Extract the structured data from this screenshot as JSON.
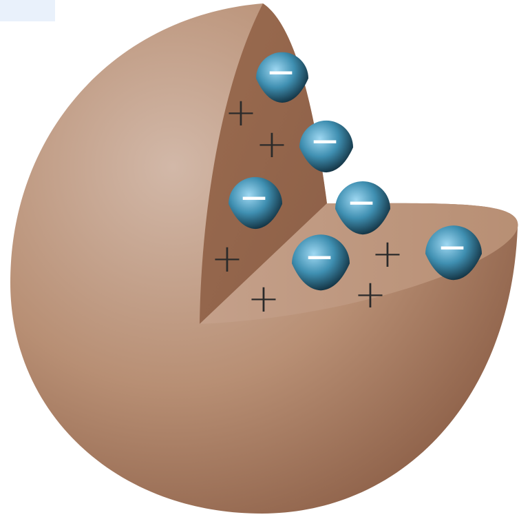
{
  "diagram": {
    "colors": {
      "sphere_light": "#d2b8a8",
      "sphere_mid": "#b88f74",
      "sphere_dark": "#8d6048",
      "cut_face_wall": "#9a6b4f",
      "cut_face_floor": "#c4a08a",
      "electron_light": "#9fd8f2",
      "electron_mid": "#3f8fb1",
      "electron_dark": "#0f2a38",
      "minus_sign": "#ffffff",
      "plus_sign": "#2a2a2a",
      "corner_tab": "#e9f1fb"
    },
    "electrons": [
      {
        "id": "electron-1",
        "charge": "−"
      },
      {
        "id": "electron-2",
        "charge": "−"
      },
      {
        "id": "electron-3",
        "charge": "−"
      },
      {
        "id": "electron-4",
        "charge": "−"
      },
      {
        "id": "electron-5",
        "charge": "−"
      },
      {
        "id": "electron-6",
        "charge": "−"
      }
    ],
    "positive_charges": [
      {
        "id": "plus-1",
        "charge": "+"
      },
      {
        "id": "plus-2",
        "charge": "+"
      },
      {
        "id": "plus-3",
        "charge": "+"
      },
      {
        "id": "plus-4",
        "charge": "+"
      },
      {
        "id": "plus-5",
        "charge": "+"
      },
      {
        "id": "plus-6",
        "charge": "+"
      }
    ]
  }
}
